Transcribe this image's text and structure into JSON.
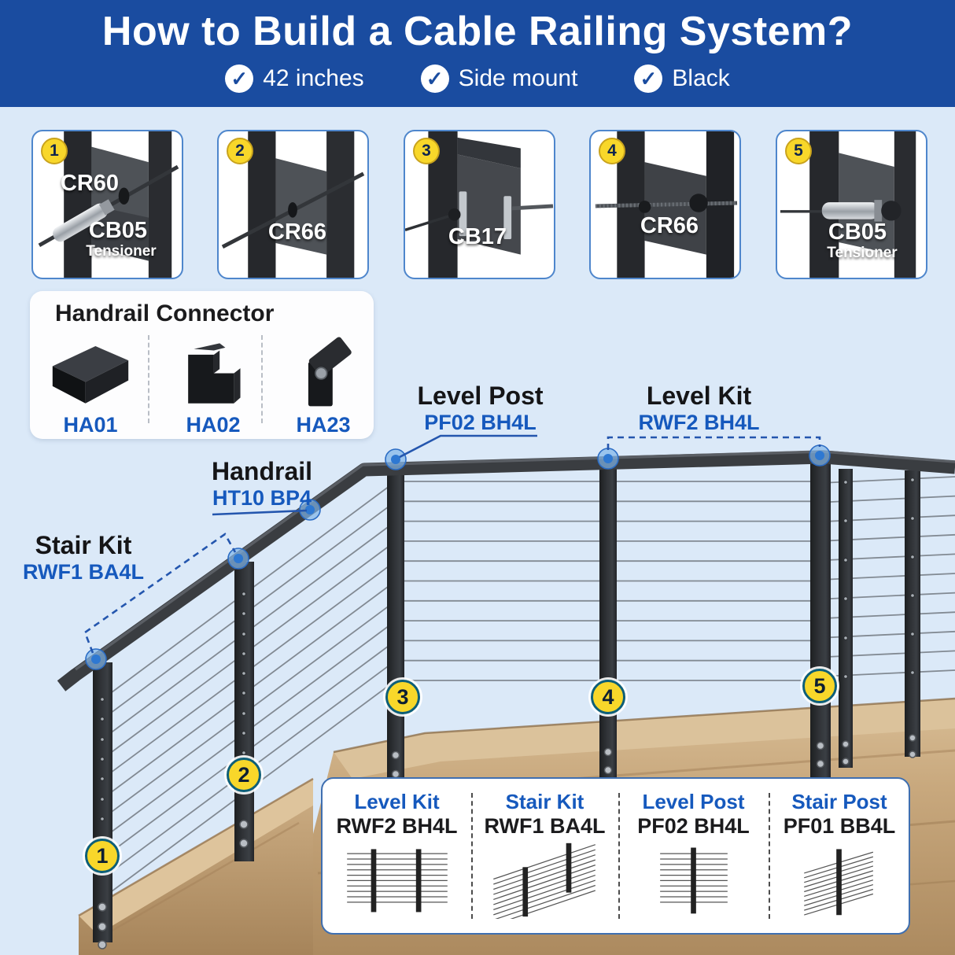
{
  "colors": {
    "header_blue": "#1A4CA0",
    "background": "#DBE9F8",
    "accent_blue": "#1659BD",
    "badge_yellow": "#F8D72A",
    "wood": "#C8A87D"
  },
  "header": {
    "title": "How to Build a Cable Railing System?",
    "check_glyph": "✓",
    "checks": [
      {
        "label": "42 inches"
      },
      {
        "label": "Side mount"
      },
      {
        "label": "Black"
      }
    ]
  },
  "panels": [
    {
      "num": "1",
      "top_code": "CR60",
      "main_code": "CB05",
      "sub_label": "Tensioner"
    },
    {
      "num": "2",
      "main_code": "CR66"
    },
    {
      "num": "3",
      "main_code": "CB17"
    },
    {
      "num": "4",
      "main_code": "CR66"
    },
    {
      "num": "5",
      "main_code": "CB05",
      "sub_label": "Tensioner"
    }
  ],
  "connector": {
    "title": "Handrail Connector",
    "items": [
      {
        "code": "HA01"
      },
      {
        "code": "HA02"
      },
      {
        "code": "HA23"
      }
    ]
  },
  "callouts": {
    "level_post": {
      "title": "Level Post",
      "code": "PF02 BH4L"
    },
    "level_kit": {
      "title": "Level Kit",
      "code": "RWF2 BH4L"
    },
    "handrail": {
      "title": "Handrail",
      "code": "HT10 BP4"
    },
    "stair_kit": {
      "title": "Stair Kit",
      "code": "RWF1 BA4L"
    }
  },
  "markers": [
    {
      "num": "1"
    },
    {
      "num": "2"
    },
    {
      "num": "3"
    },
    {
      "num": "4"
    },
    {
      "num": "5"
    }
  ],
  "legend": {
    "items": [
      {
        "title": "Level Kit",
        "code": "RWF2 BH4L"
      },
      {
        "title": "Stair Kit",
        "code": "RWF1 BA4L"
      },
      {
        "title": "Level Post",
        "code": "PF02 BH4L"
      },
      {
        "title": "Stair Post",
        "code": "PF01 BB4L"
      }
    ]
  }
}
